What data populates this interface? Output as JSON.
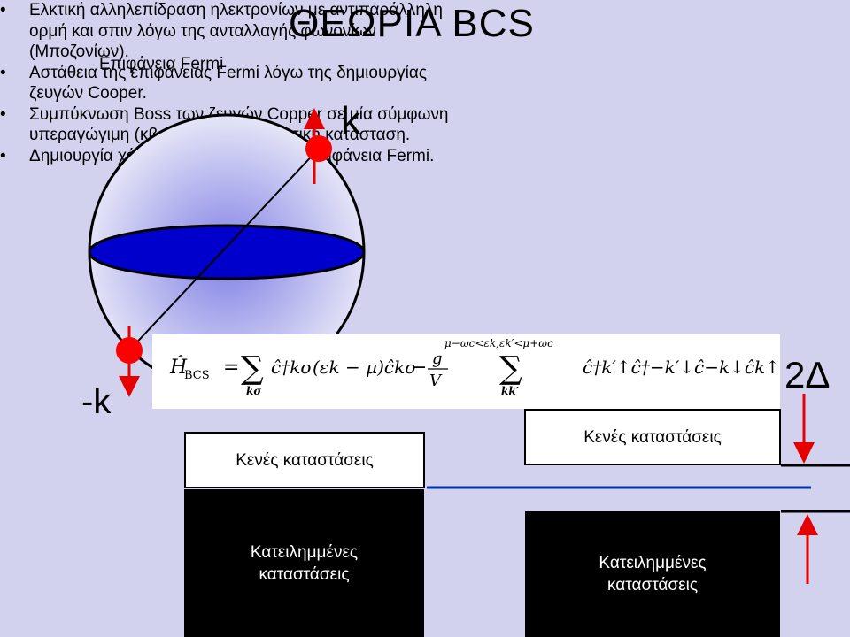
{
  "slide": {
    "title": "ΘΕΩΡΙΑ BCS",
    "fermi_label": "Επιφάνεια Fermi",
    "bullets": [
      "Ελκτική αλληλεπίδραση ηλεκτρονίων με αντιπαράλληλη ορμή και σπιν λόγω της ανταλλαγής φωνονίων (Μποζονίων).",
      "Αστάθεια της επιφάνειας Fermi λόγω της δημιουργίας ζευγών Cooper.",
      "Συμπύκνωση Boss των ζευγών Copper σε μία σύμφωνη υπεραγώγιμη (κβαντομηχανική) βασική κατάσταση.",
      "Δημιουργία χάσματος ενέργειας στην επιφάνεια Fermi."
    ],
    "label_k": "k",
    "label_minus_k": "-k",
    "label_gap": "2Δ"
  },
  "formula": {
    "lhs": "Ĥ",
    "lhs_sub": "BCS",
    "eq": "=",
    "sum1_sub": "kσ",
    "term1": "ĉ†kσ(εk − μ)ĉkσ",
    "minus": "−",
    "frac_num": "g",
    "frac_den": "V",
    "sum2_sup": "μ−ωc<εk,εk′<μ+ωc",
    "sum2_sub": "kk′",
    "term2": "ĉ†k′↑ĉ†−k′↓ĉ−k↓ĉk↑."
  },
  "bands": {
    "normal_empty": "Κενές καταστάσεις",
    "normal_occupied_line1": "Κατειλημμένες",
    "normal_occupied_line2": "καταστάσεις",
    "gapped_empty": "Κενές καταστάσεις",
    "gapped_occupied_line1": "Κατειλημμένες",
    "gapped_occupied_line2": "καταστάσεις"
  },
  "colors": {
    "background": "#d2d2ee",
    "electron": "#ff0000",
    "spin_arrow": "#e60000",
    "equator_fill": "#0000cc",
    "fermi_level": "#0033aa",
    "sphere_center": "#8080e6",
    "sphere_edge": "#ececf8"
  }
}
